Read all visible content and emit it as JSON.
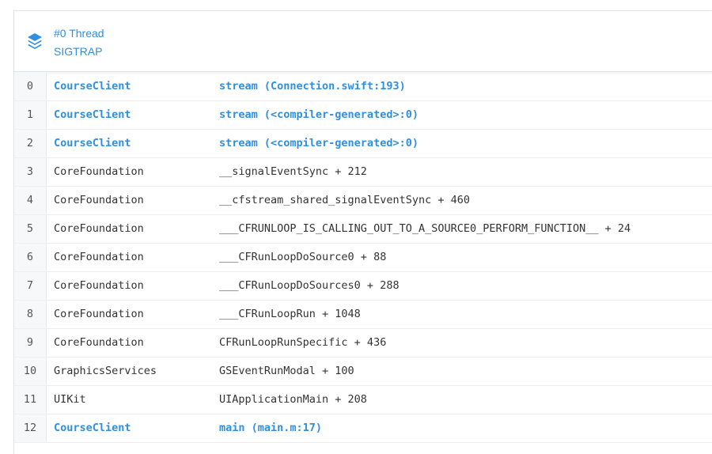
{
  "thread": {
    "title": "#0 Thread",
    "signal": "SIGTRAP",
    "icon": "layers-icon",
    "accent_color": "#2f8fe0"
  },
  "frames": [
    {
      "index": "0",
      "module": "CourseClient",
      "function": "stream (Connection.swift:193)",
      "in_app": true
    },
    {
      "index": "1",
      "module": "CourseClient",
      "function": "stream (<compiler-generated>:0)",
      "in_app": true
    },
    {
      "index": "2",
      "module": "CourseClient",
      "function": "stream (<compiler-generated>:0)",
      "in_app": true
    },
    {
      "index": "3",
      "module": "CoreFoundation",
      "function": "__signalEventSync + 212",
      "in_app": false
    },
    {
      "index": "4",
      "module": "CoreFoundation",
      "function": "__cfstream_shared_signalEventSync + 460",
      "in_app": false
    },
    {
      "index": "5",
      "module": "CoreFoundation",
      "function": "___CFRUNLOOP_IS_CALLING_OUT_TO_A_SOURCE0_PERFORM_FUNCTION__ + 24",
      "in_app": false
    },
    {
      "index": "6",
      "module": "CoreFoundation",
      "function": "___CFRunLoopDoSource0 + 88",
      "in_app": false
    },
    {
      "index": "7",
      "module": "CoreFoundation",
      "function": "___CFRunLoopDoSources0 + 288",
      "in_app": false
    },
    {
      "index": "8",
      "module": "CoreFoundation",
      "function": "___CFRunLoopRun + 1048",
      "in_app": false
    },
    {
      "index": "9",
      "module": "CoreFoundation",
      "function": "CFRunLoopRunSpecific + 436",
      "in_app": false
    },
    {
      "index": "10",
      "module": "GraphicsServices",
      "function": "GSEventRunModal + 100",
      "in_app": false
    },
    {
      "index": "11",
      "module": "UIKit",
      "function": "UIApplicationMain + 208",
      "in_app": false
    },
    {
      "index": "12",
      "module": "CourseClient",
      "function": "main (main.m:17)",
      "in_app": true
    }
  ]
}
